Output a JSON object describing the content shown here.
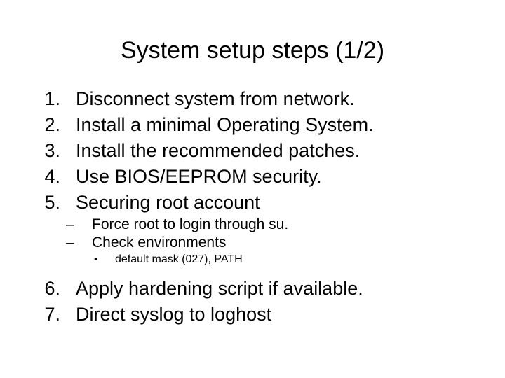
{
  "slide": {
    "title": "System setup steps (1/2)",
    "background_color": "#ffffff",
    "text_color": "#000000",
    "outline": [
      {
        "level": 1,
        "marker": "1.",
        "text": "Disconnect system from network."
      },
      {
        "level": 1,
        "marker": "2.",
        "text": "Install a minimal Operating System."
      },
      {
        "level": 1,
        "marker": "3.",
        "text": "Install the recommended patches."
      },
      {
        "level": 1,
        "marker": "4.",
        "text": "Use BIOS/EEPROM security."
      },
      {
        "level": 1,
        "marker": "5.",
        "text": "Securing root account"
      },
      {
        "level": 2,
        "marker": "–",
        "text": "Force root to login through su."
      },
      {
        "level": 2,
        "marker": "–",
        "text": "Check environments"
      },
      {
        "level": 3,
        "marker": "•",
        "text": "default mask (027), PATH"
      },
      {
        "level": 1,
        "marker": "6.",
        "text": "Apply hardening script if available."
      },
      {
        "level": 1,
        "marker": "7.",
        "text": "Direct syslog to loghost"
      }
    ]
  }
}
